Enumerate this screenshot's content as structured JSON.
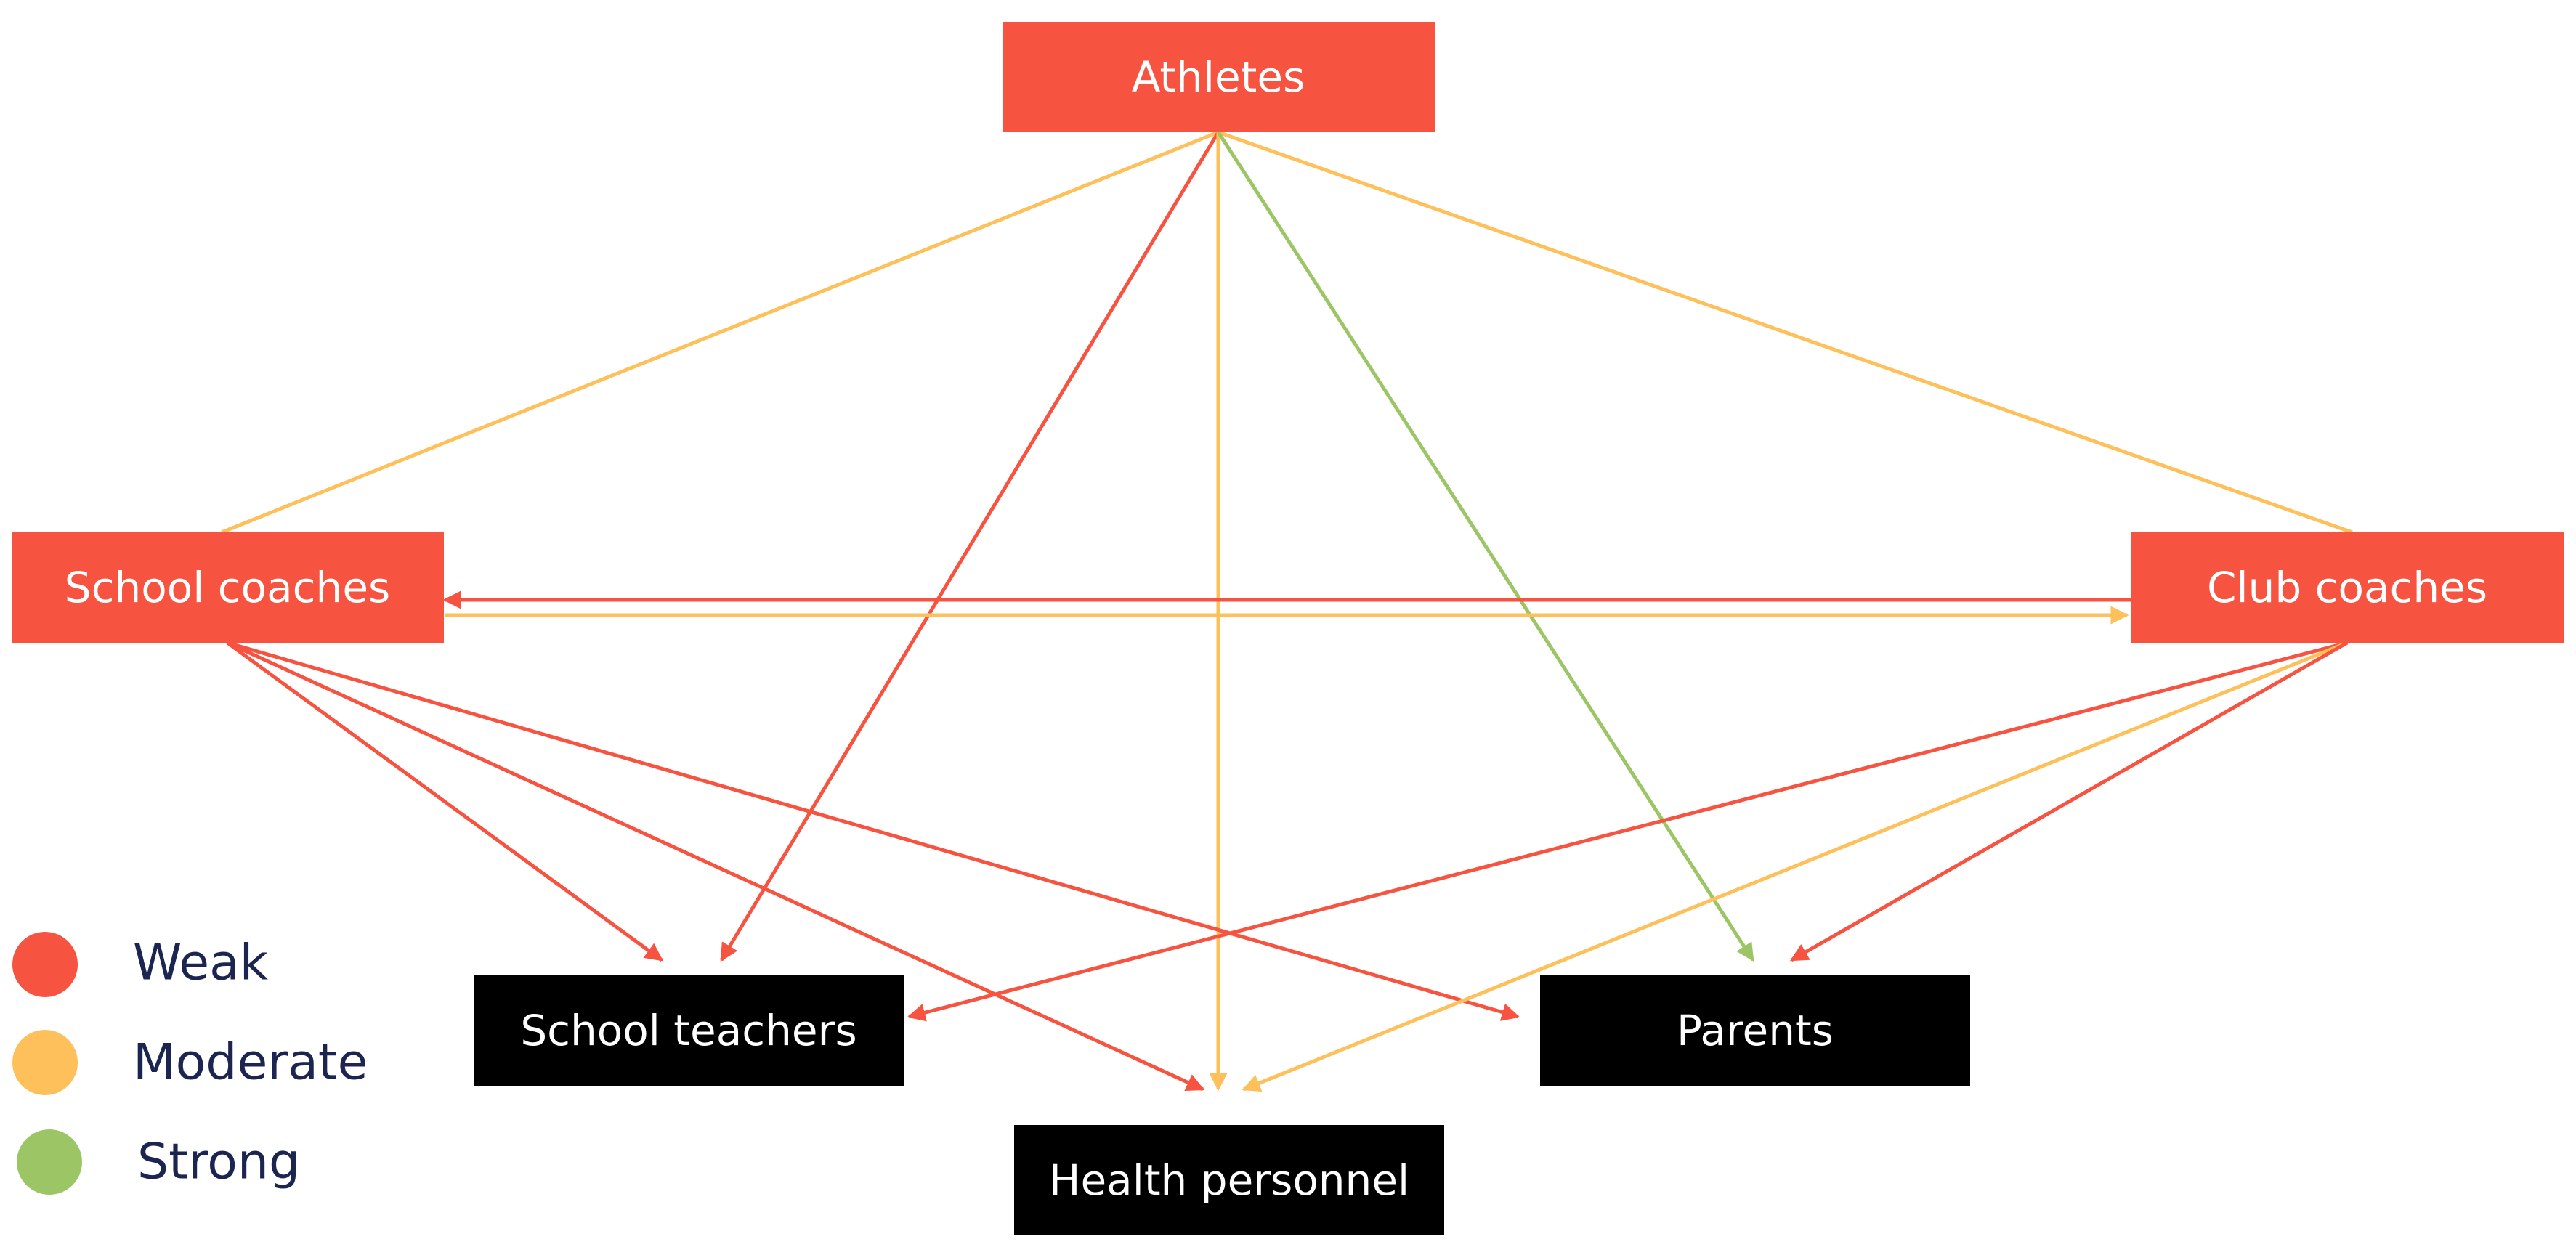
{
  "colors": {
    "weak": "#f65341",
    "moderate": "#fdc05a",
    "strong": "#9cc666",
    "stakeholder_fill": "#f65341",
    "recipient_fill": "#000000",
    "text_light": "#ffffff",
    "legend_text": "#1c2450"
  },
  "nodes": {
    "athletes": {
      "label": "Athletes"
    },
    "school_coaches": {
      "label": "School coaches"
    },
    "club_coaches": {
      "label": "Club coaches"
    },
    "school_teachers": {
      "label": "School teachers"
    },
    "parents": {
      "label": "Parents"
    },
    "health_personnel": {
      "label": "Health personnel"
    }
  },
  "edges": [
    {
      "from": "athletes",
      "to": "school_coaches",
      "strength": "moderate",
      "arrow": false
    },
    {
      "from": "athletes",
      "to": "club_coaches",
      "strength": "moderate",
      "arrow": false
    },
    {
      "from": "athletes",
      "to": "school_teachers",
      "strength": "weak",
      "arrow": true
    },
    {
      "from": "athletes",
      "to": "health_personnel",
      "strength": "moderate",
      "arrow": true
    },
    {
      "from": "athletes",
      "to": "parents",
      "strength": "strong",
      "arrow": true
    },
    {
      "from": "club_coaches",
      "to": "school_coaches",
      "strength": "weak",
      "arrow": true
    },
    {
      "from": "school_coaches",
      "to": "club_coaches",
      "strength": "moderate",
      "arrow": true
    },
    {
      "from": "school_coaches",
      "to": "school_teachers",
      "strength": "weak",
      "arrow": true
    },
    {
      "from": "school_coaches",
      "to": "health_personnel",
      "strength": "weak",
      "arrow": true
    },
    {
      "from": "school_coaches",
      "to": "parents",
      "strength": "weak",
      "arrow": true
    },
    {
      "from": "club_coaches",
      "to": "school_teachers",
      "strength": "weak",
      "arrow": true
    },
    {
      "from": "club_coaches",
      "to": "health_personnel",
      "strength": "moderate",
      "arrow": true
    },
    {
      "from": "club_coaches",
      "to": "parents",
      "strength": "weak",
      "arrow": true
    }
  ],
  "legend": [
    {
      "label": "Weak",
      "color_key": "weak"
    },
    {
      "label": "Moderate",
      "color_key": "moderate"
    },
    {
      "label": "Strong",
      "color_key": "strong"
    }
  ]
}
